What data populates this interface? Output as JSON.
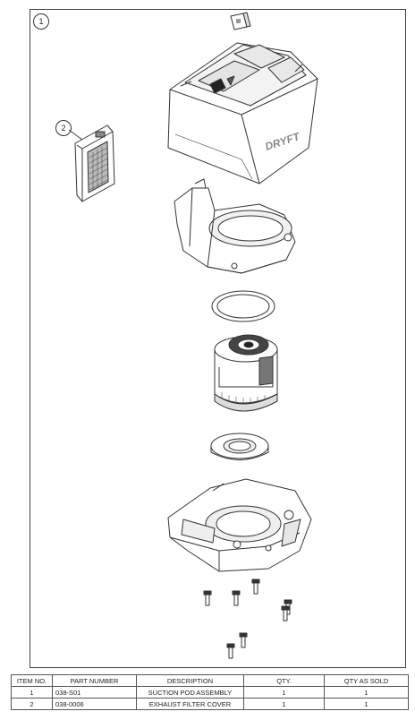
{
  "balloons": {
    "assembly": "1",
    "filter_cover": "2"
  },
  "brand_logo": "DRYFT",
  "bom": {
    "headers": [
      "ITEM NO.",
      "PART NUMBER",
      "DESCRIPTION",
      "QTY.",
      "QTY AS SOLD"
    ],
    "rows": [
      {
        "item": "1",
        "part": "038-S01",
        "desc": "SUCTION POD ASSEMBLY",
        "qty": "1",
        "sold": "1"
      },
      {
        "item": "2",
        "part": "038-0006",
        "desc": "EXHAUST FILTER COVER",
        "qty": "1",
        "sold": "1"
      }
    ]
  }
}
